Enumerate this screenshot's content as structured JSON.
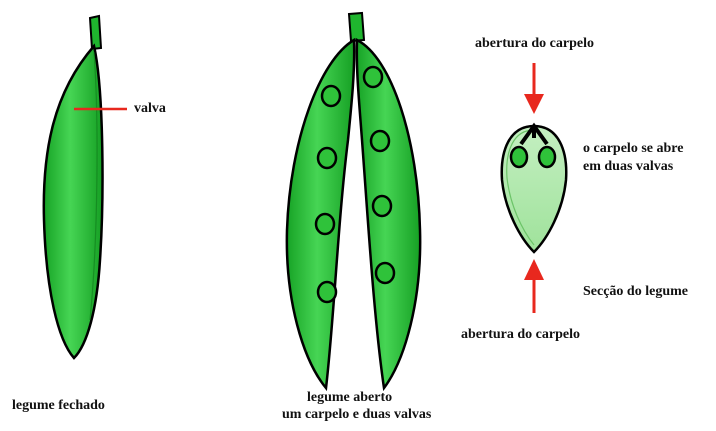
{
  "labels": {
    "valva": "valva",
    "closed_legume": "legume fechado",
    "open_legume_line1": "legume aberto",
    "open_legume_line2": "um carpelo e duas valvas",
    "carpel_opening_top": "abertura do carpelo",
    "carpel_opens_line1": "o carpelo se abre",
    "carpel_opens_line2": "em duas valvas",
    "legume_section": "Secção do legume",
    "carpel_opening_bottom": "abertura do carpelo"
  },
  "colors": {
    "pod_green": "#1fb52e",
    "pod_highlight": "#48d856",
    "seed_green": "#2fc23a",
    "section_fill": "#a8e6a5",
    "arrow_red": "#e8281e",
    "outline": "#000000"
  }
}
